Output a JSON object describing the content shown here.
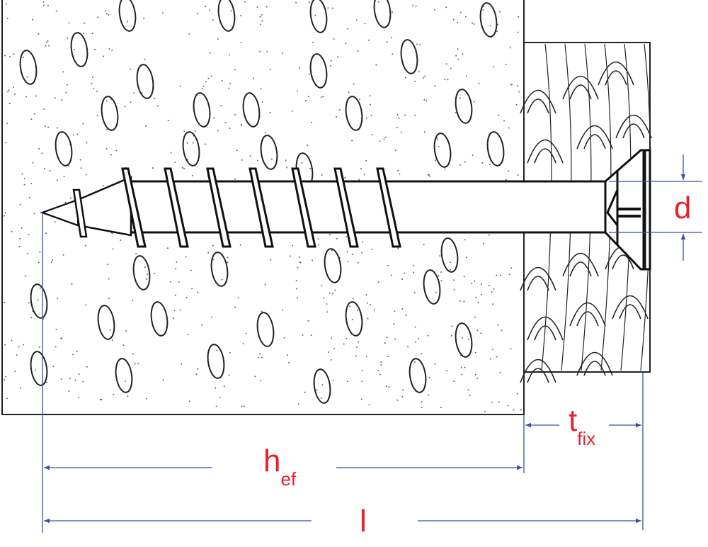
{
  "diagram": {
    "labels": {
      "diameter": "d",
      "fixture_thickness_main": "t",
      "fixture_thickness_sub": "fix",
      "embedment_depth_main": "h",
      "embedment_depth_sub": "ef",
      "length": "l"
    },
    "colors": {
      "label": "#e8202a",
      "dimension_line": "#3a4fa8",
      "outline": "#111111"
    }
  }
}
